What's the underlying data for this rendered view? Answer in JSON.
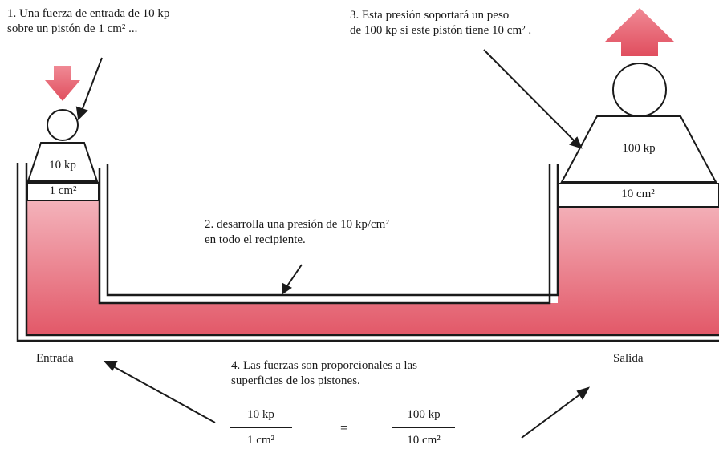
{
  "captions": {
    "step1_line1": "1. Una fuerza de entrada de 10 kp",
    "step1_line2": "sobre un pistón de 1 cm² ...",
    "step2_line1": "2. desarrolla una presión de 10 kp/cm²",
    "step2_line2": "en todo el recipiente.",
    "step3_line1": "3. Esta presión soportará un peso",
    "step3_line2": "de 100 kp si este pistón tiene 10 cm² .",
    "step4_line1": "4. Las fuerzas son proporcionales a las",
    "step4_line2": "superficies de los pistones."
  },
  "input_side": {
    "weight_label": "10 kp",
    "area_label": "1 cm²",
    "side_label": "Entrada"
  },
  "output_side": {
    "weight_label": "100 kp",
    "area_label": "10 cm²",
    "side_label": "Salida"
  },
  "equation": {
    "left_numerator": "10 kp",
    "left_denominator": "1 cm²",
    "equals": "=",
    "right_numerator": "100 kp",
    "right_denominator": "10 cm²"
  },
  "colors": {
    "fluid": "#e8606e",
    "arrow": "#e8606e",
    "outline": "#1a1a1a"
  }
}
